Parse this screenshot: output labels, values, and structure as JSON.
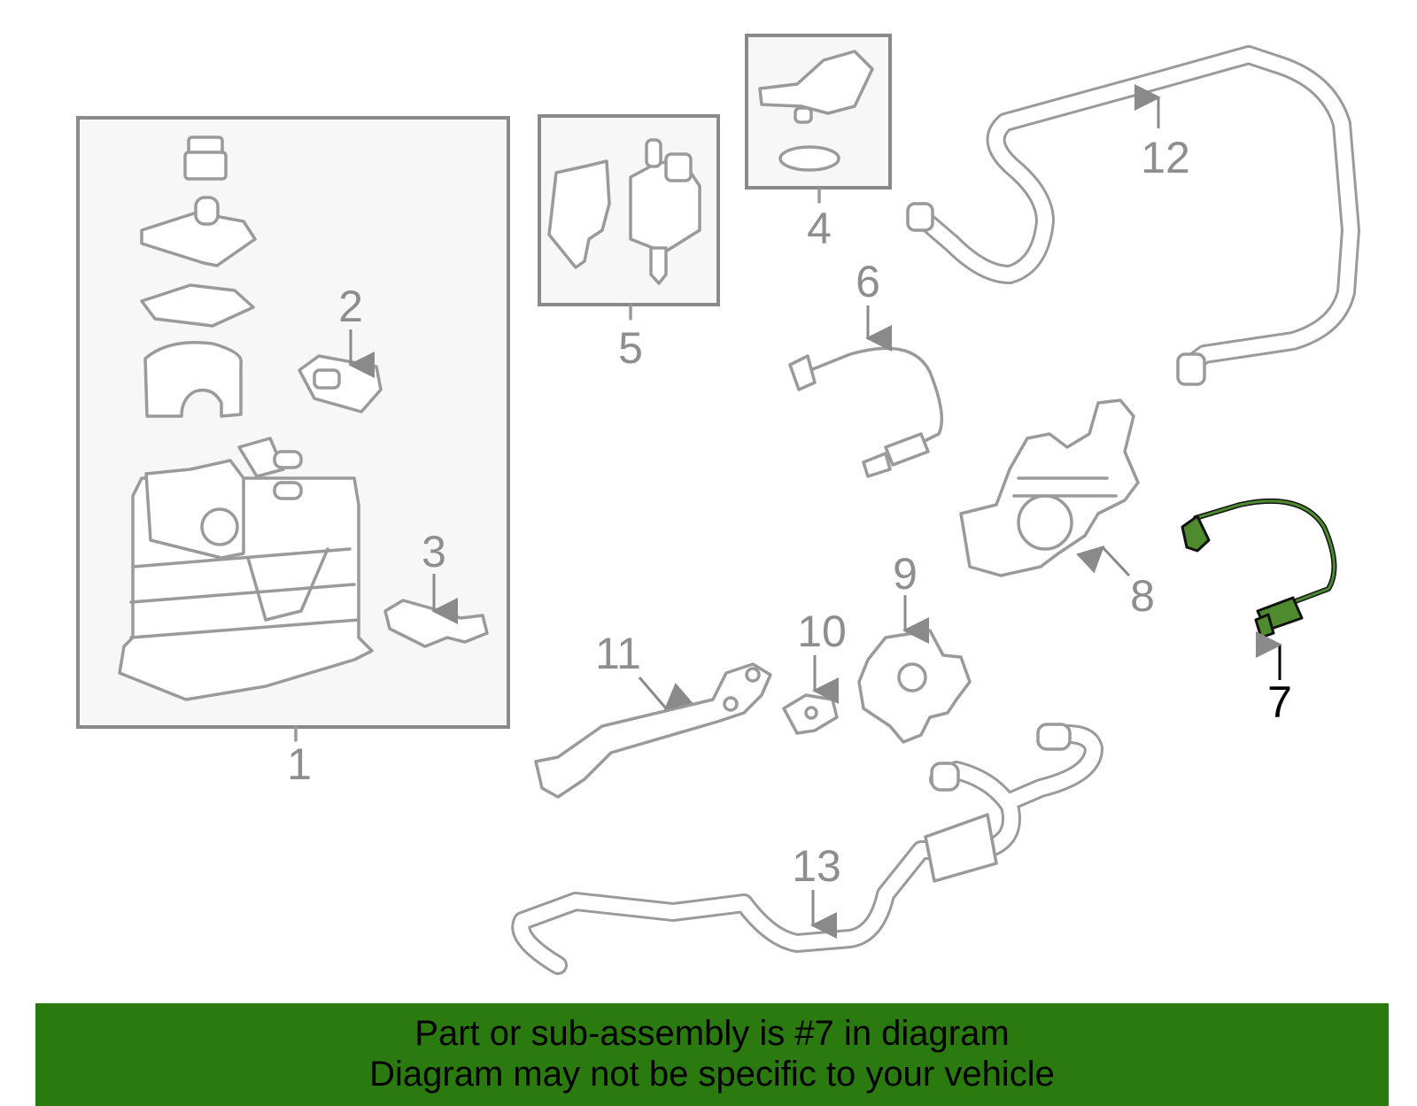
{
  "callouts": {
    "c1": "1",
    "c2": "2",
    "c3": "3",
    "c4": "4",
    "c5": "5",
    "c6": "6",
    "c7": "7",
    "c8": "8",
    "c9": "9",
    "c10": "10",
    "c11": "11",
    "c12": "12",
    "c13": "13"
  },
  "highlight_color": "#4e8a2e",
  "banner": {
    "background": "#2a7a10",
    "line1": "Part or sub-assembly is #7 in diagram",
    "line2": "Diagram may not be specific to your vehicle"
  }
}
